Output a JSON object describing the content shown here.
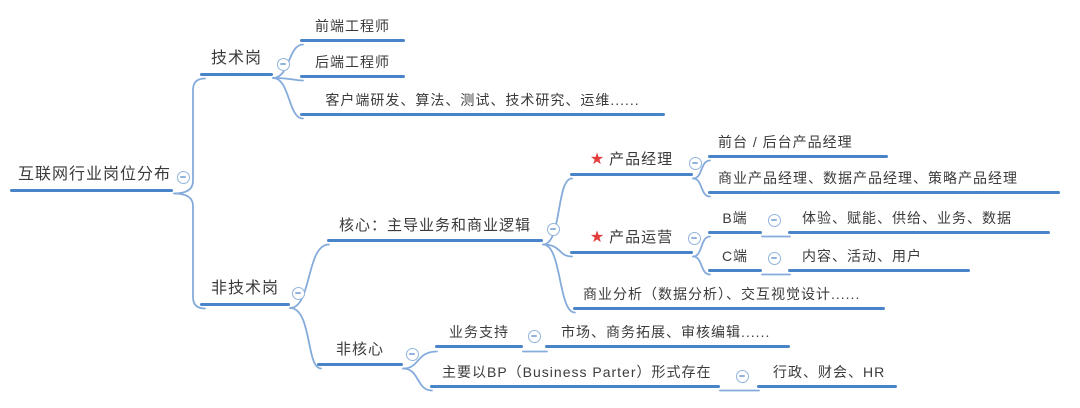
{
  "mindmap": {
    "root": "互联网行业岗位分布",
    "tech": {
      "label": "技术岗",
      "c1": "前端工程师",
      "c2": "后端工程师",
      "c3": "客户端研发、算法、测试、技术研究、运维......"
    },
    "nontech": {
      "label": "非技术岗"
    },
    "core": {
      "label": "核心：主导业务和商业逻辑"
    },
    "pm": {
      "star": "★",
      "label": "产品经理",
      "c1": "前台 / 后台产品经理",
      "c2": "商业产品经理、数据产品经理、策略产品经理"
    },
    "po": {
      "star": "★",
      "label": "产品运营",
      "b": "B端",
      "b_list": "体验、赋能、供给、业务、数据",
      "c": "C端",
      "c_list": "内容、活动、用户"
    },
    "ba": "商业分析（数据分析）、交互视觉设计......",
    "noncore": {
      "label": "非核心"
    },
    "support": {
      "label": "业务支持",
      "list": "市场、商务拓展、审核编辑......"
    },
    "bp": {
      "label": "主要以BP（Business Parter）形式存在",
      "list": "行政、财会、HR"
    }
  },
  "colors": {
    "branch": "#4a84c8",
    "connector": "#85abdb",
    "badge": "#91b4de",
    "star": "#e23c3c",
    "text": "#3b3b3b"
  }
}
